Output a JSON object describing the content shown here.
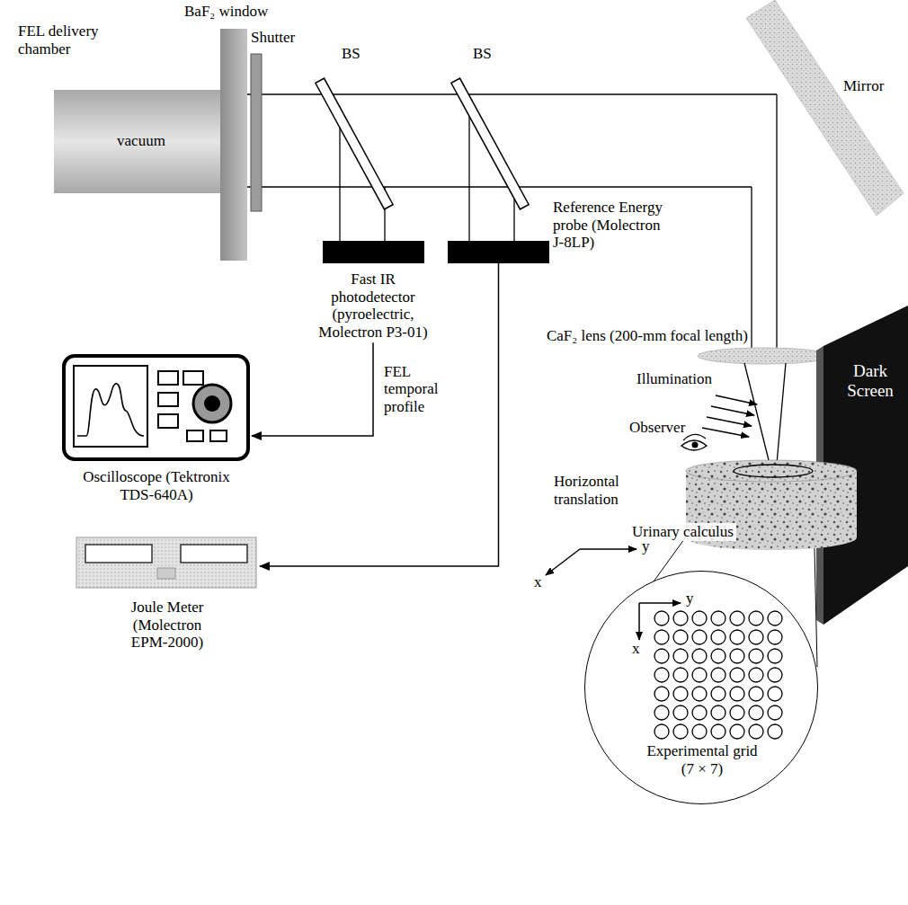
{
  "diagram": {
    "nodes": [
      {
        "text": [
          "FEL delivery chamber",
          "vacuum"
        ]
      },
      {
        "text": [
          "Fast IR photodetector (pyroelectric, Molectron P3-01)"
        ]
      },
      {
        "text": [
          "Reference Energy probe (Molectron J-8LP)"
        ]
      },
      {
        "text": [
          "Oscilloscope (Tektronix TDS-640A)"
        ]
      },
      {
        "text": [
          "Joule Meter (Molectron EPM-2000)"
        ]
      },
      {
        "text": [
          "Dark Screen"
        ]
      },
      {
        "text": [
          "Urinary calculus"
        ]
      },
      {
        "text": [
          "Experimental grid (7 × 7)"
        ]
      }
    ],
    "edges": [
      {
        "from": 1,
        "to": 3,
        "arrow": "to",
        "label": "FEL temporal profile"
      },
      {
        "from": 2,
        "to": 4,
        "arrow": "to"
      }
    ],
    "labels": [
      "BaF₂ window",
      "Shutter",
      "BS",
      "BS",
      "Mirror",
      "CaF₂ lens (200-mm focal length)",
      "Illumination",
      "Observer",
      "Horizontal translation",
      "y",
      "x",
      "y",
      "x"
    ]
  }
}
